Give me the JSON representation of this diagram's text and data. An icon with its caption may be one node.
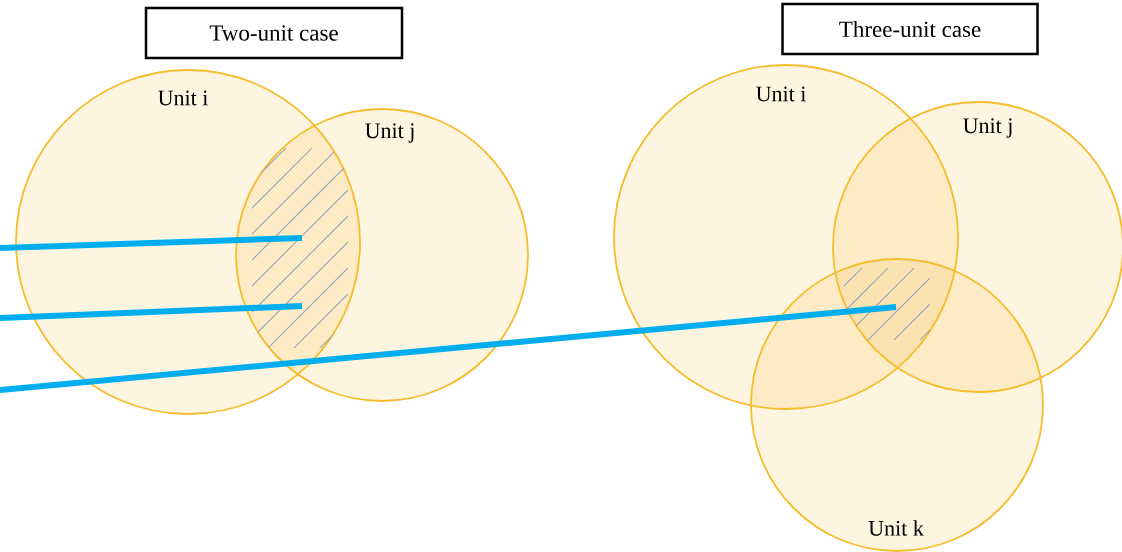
{
  "diagram": {
    "nodes": [
      {
        "text": [
          "Two-unit case"
        ]
      },
      {
        "text": [
          "Three-unit case"
        ]
      },
      {
        "text": [
          "Unit i"
        ]
      },
      {
        "text": [
          "Unit j"
        ]
      },
      {
        "text": [],
        "shape": "hatching"
      },
      {
        "text": [
          "Unit i"
        ]
      },
      {
        "text": [
          "Unit j"
        ]
      },
      {
        "text": [
          "Unit k"
        ]
      },
      {
        "text": [],
        "shape": "hatching"
      }
    ],
    "edges": [
      {
        "from": null,
        "to": 4,
        "arrow": "none"
      },
      {
        "from": null,
        "to": 4,
        "arrow": "none"
      },
      {
        "from": null,
        "to": 8,
        "arrow": "none"
      }
    ]
  }
}
